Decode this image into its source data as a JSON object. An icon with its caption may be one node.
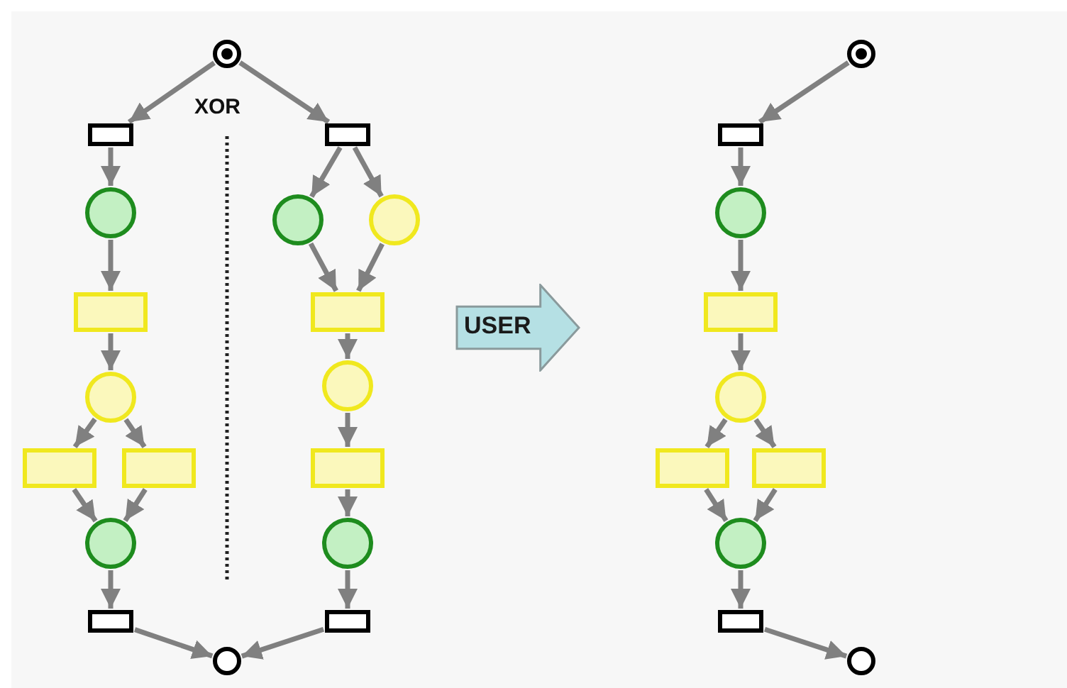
{
  "diagram": {
    "nodes": [
      {
        "text": [],
        "shape": "circle"
      },
      {
        "text": [],
        "shape": "box"
      },
      {
        "text": [],
        "shape": "box"
      },
      {
        "text": [],
        "shape": "circle"
      },
      {
        "text": [],
        "shape": "circle"
      },
      {
        "text": [],
        "shape": "circle"
      },
      {
        "text": [],
        "shape": "box"
      },
      {
        "text": [],
        "shape": "box"
      },
      {
        "text": [],
        "shape": "circle"
      },
      {
        "text": [],
        "shape": "circle"
      },
      {
        "text": [],
        "shape": "box"
      },
      {
        "text": [],
        "shape": "box"
      },
      {
        "text": [],
        "shape": "box"
      },
      {
        "text": [],
        "shape": "circle"
      },
      {
        "text": [],
        "shape": "circle"
      },
      {
        "text": [],
        "shape": "box"
      },
      {
        "text": [],
        "shape": "box"
      },
      {
        "text": [],
        "shape": "circle"
      },
      {
        "text": [
          "USER"
        ]
      },
      {
        "text": [],
        "shape": "circle"
      },
      {
        "text": [],
        "shape": "box"
      },
      {
        "text": [],
        "shape": "circle"
      },
      {
        "text": [],
        "shape": "box"
      },
      {
        "text": [],
        "shape": "circle"
      },
      {
        "text": [],
        "shape": "box"
      },
      {
        "text": [],
        "shape": "box"
      },
      {
        "text": [],
        "shape": "circle"
      },
      {
        "text": [],
        "shape": "box"
      },
      {
        "text": [],
        "shape": "circle"
      }
    ],
    "edges": [
      {
        "from": 0,
        "to": 1,
        "arrow": "to"
      },
      {
        "from": 0,
        "to": 2,
        "arrow": "to"
      },
      {
        "from": 1,
        "to": 3,
        "arrow": "to"
      },
      {
        "from": 2,
        "to": 4,
        "arrow": "to"
      },
      {
        "from": 2,
        "to": 5,
        "arrow": "to"
      },
      {
        "from": 3,
        "to": 6,
        "arrow": "to"
      },
      {
        "from": 4,
        "to": 7,
        "arrow": "to"
      },
      {
        "from": 5,
        "to": 7,
        "arrow": "to"
      },
      {
        "from": 6,
        "to": 8,
        "arrow": "to"
      },
      {
        "from": 7,
        "to": 9,
        "arrow": "to"
      },
      {
        "from": 8,
        "to": 10,
        "arrow": "to"
      },
      {
        "from": 8,
        "to": 11,
        "arrow": "to"
      },
      {
        "from": 9,
        "to": 12,
        "arrow": "to"
      },
      {
        "from": 10,
        "to": 13,
        "arrow": "to"
      },
      {
        "from": 11,
        "to": 13,
        "arrow": "to"
      },
      {
        "from": 12,
        "to": 14,
        "arrow": "to"
      },
      {
        "from": 13,
        "to": 15,
        "arrow": "to"
      },
      {
        "from": 14,
        "to": 16,
        "arrow": "to"
      },
      {
        "from": 15,
        "to": 17,
        "arrow": "to"
      },
      {
        "from": 16,
        "to": 17,
        "arrow": "to"
      },
      {
        "from": 19,
        "to": 20,
        "arrow": "to"
      },
      {
        "from": 20,
        "to": 21,
        "arrow": "to"
      },
      {
        "from": 21,
        "to": 22,
        "arrow": "to"
      },
      {
        "from": 22,
        "to": 23,
        "arrow": "to"
      },
      {
        "from": 23,
        "to": 24,
        "arrow": "to"
      },
      {
        "from": 23,
        "to": 25,
        "arrow": "to"
      },
      {
        "from": 24,
        "to": 26,
        "arrow": "to"
      },
      {
        "from": 25,
        "to": 26,
        "arrow": "to"
      },
      {
        "from": 26,
        "to": 27,
        "arrow": "to"
      },
      {
        "from": 27,
        "to": 28,
        "arrow": "to"
      }
    ],
    "labels": [
      "XOR"
    ]
  }
}
